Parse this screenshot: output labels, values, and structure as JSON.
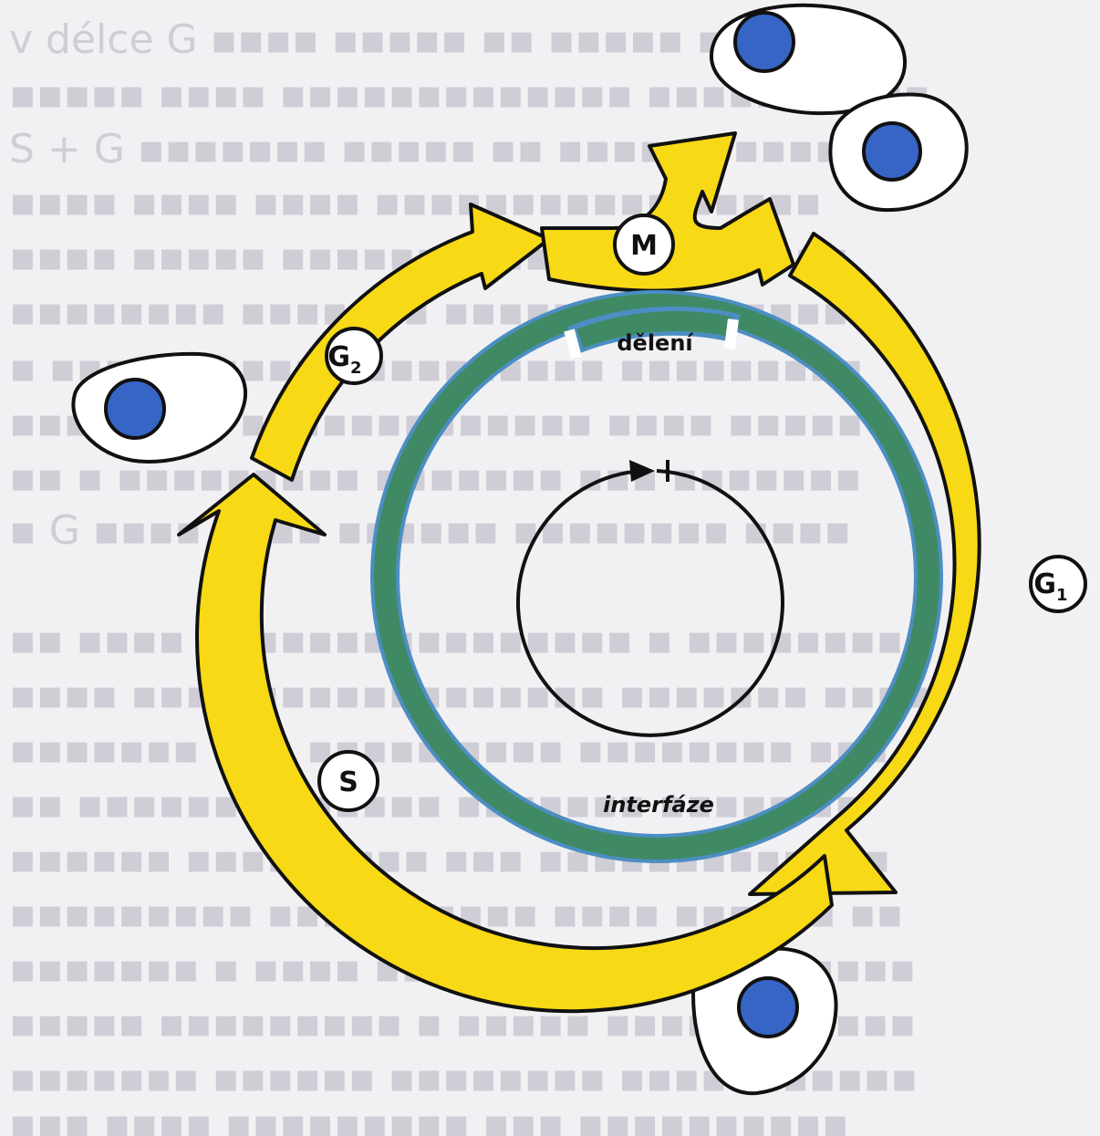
{
  "diagram": {
    "phases": {
      "m": "M",
      "g1": {
        "letter": "G",
        "sub": "1"
      },
      "g2": {
        "letter": "G",
        "sub": "2"
      },
      "s": "S"
    },
    "inner_ring": {
      "division_label": "dělení",
      "interphase_label": "interfáze"
    },
    "colors": {
      "arrow_fill": "#f7d915",
      "ring_green": "#3f8a64",
      "ring_blue": "#4c8ec3",
      "nucleus": "#3665c6",
      "outline": "#111111"
    }
  }
}
